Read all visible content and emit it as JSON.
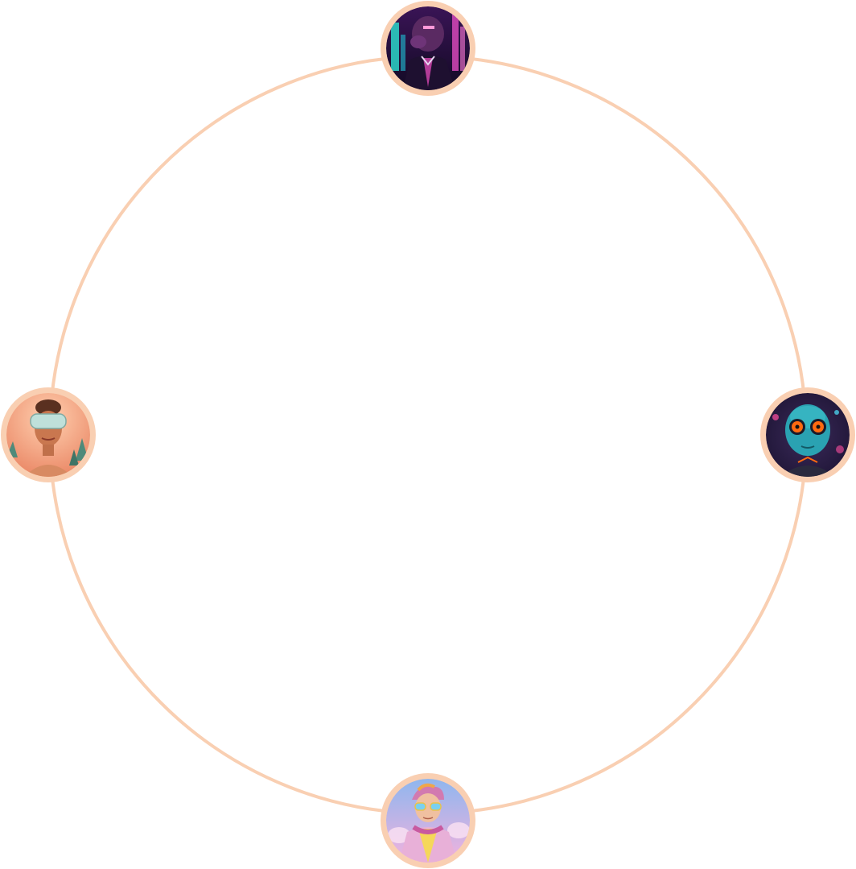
{
  "ring": {
    "color": "#f9cfb2"
  },
  "avatars": [
    {
      "id": "top",
      "subject": "boar-in-suit-neon-city",
      "palette": [
        "#2a1240",
        "#d63cb4",
        "#3be0d8"
      ]
    },
    {
      "id": "left",
      "subject": "woman-vr-headset-forest",
      "palette": [
        "#f3a27a",
        "#b9d8d2",
        "#c46a4c"
      ]
    },
    {
      "id": "right",
      "subject": "alien-orange-eyes-teal",
      "palette": [
        "#1d8fa0",
        "#ff6a10",
        "#2a2244"
      ]
    },
    {
      "id": "bottom",
      "subject": "stylized-boy-sunglasses-pink-jacket",
      "palette": [
        "#f0a6d8",
        "#7fb8e8",
        "#f5d75a"
      ]
    }
  ]
}
